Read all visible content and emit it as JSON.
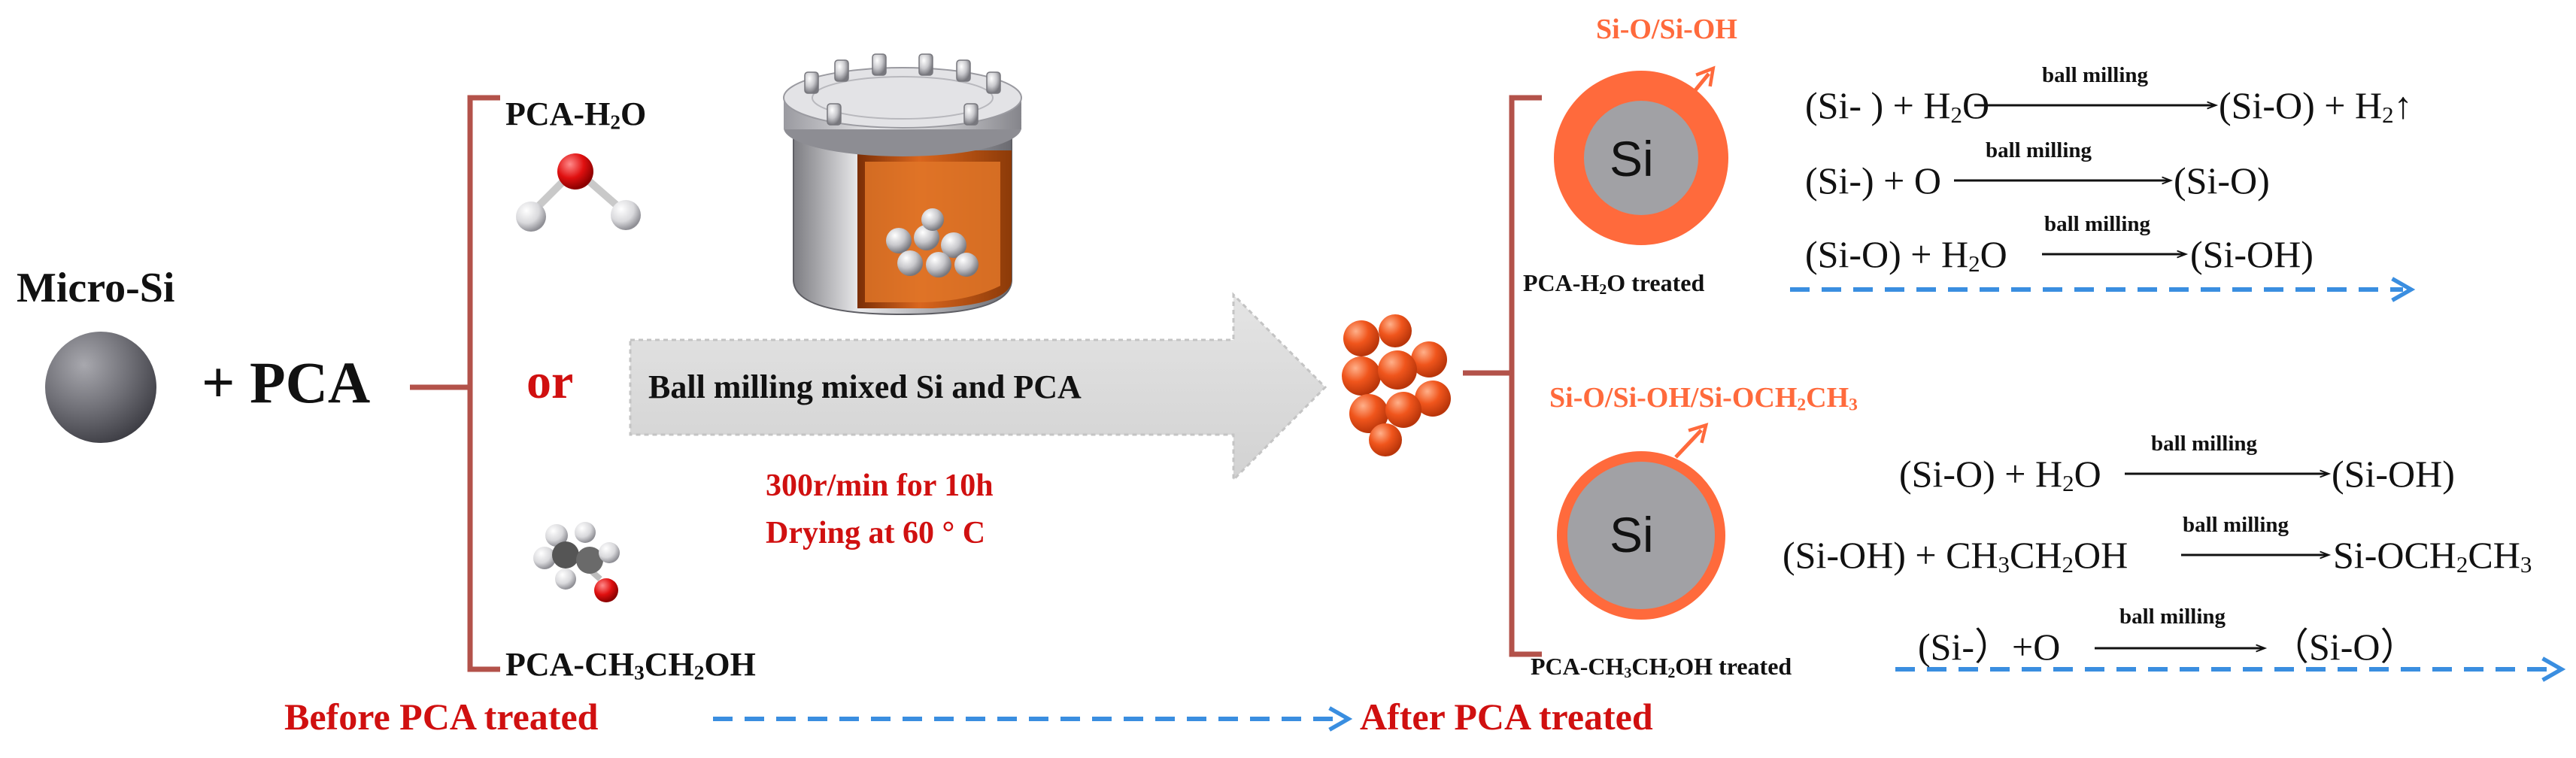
{
  "left": {
    "micro_si": "Micro-Si",
    "plus_pca": "+ PCA",
    "pca_h2o": {
      "a": "PCA-H",
      "sub1": "2",
      "b": "O"
    },
    "or": "or",
    "pca_eth": {
      "a": "PCA-CH",
      "sub1": "3",
      "b": "CH",
      "sub2": "2",
      "c": "OH"
    }
  },
  "process": {
    "arrow_label": "Ball milling mixed Si and PCA",
    "condition1": "300r/min for 10h",
    "condition2": "Drying at 60 ° C"
  },
  "bottom": {
    "before": "Before PCA treated",
    "after": "After PCA treated"
  },
  "right": {
    "si": "Si",
    "shell1": "Si-O/Si-OH",
    "shell2": {
      "a": "Si-O/Si-OH/Si-OCH",
      "sub1": "2",
      "b": "CH",
      "sub2": "3"
    },
    "treated1": {
      "a": "PCA-H",
      "sub1": "2",
      "b": "O  treated"
    },
    "treated2": {
      "a": "PCA-CH",
      "sub1": "3",
      "b": "CH",
      "sub2": "2",
      "c": "OH  treated"
    }
  },
  "reactions": {
    "condition": "ball milling",
    "r1": {
      "left_a": "(Si- ) + H",
      "left_sub": "2",
      "left_b": "O",
      "right_a": "(Si-O) + H",
      "right_sub": "2",
      "right_b": "↑"
    },
    "r2": {
      "left": "(Si-) + O",
      "right": "(Si-O)"
    },
    "r3": {
      "left_a": "(Si-O) + H",
      "left_sub": "2",
      "left_b": "O",
      "right": "(Si-OH)"
    },
    "r4": {
      "left_a": "(Si-O) + H",
      "left_sub": "2",
      "left_b": "O",
      "right": "(Si-OH)"
    },
    "r5": {
      "left_a": "(Si-OH) + CH",
      "sub1": "3",
      "left_b": "CH",
      "sub2": "2",
      "left_c": "OH",
      "right_a": "Si-OCH",
      "sub3": "2",
      "right_b": "CH",
      "sub4": "3"
    },
    "r6": {
      "left": "(Si-）+O",
      "right": "（Si-O）"
    }
  },
  "colors": {
    "bracket": "#b3524a",
    "red_text": "#d01010",
    "orange_shell": "#ff6a3c",
    "blue_arrow": "#3a8ee0",
    "si_core": "#a1a1a5"
  }
}
